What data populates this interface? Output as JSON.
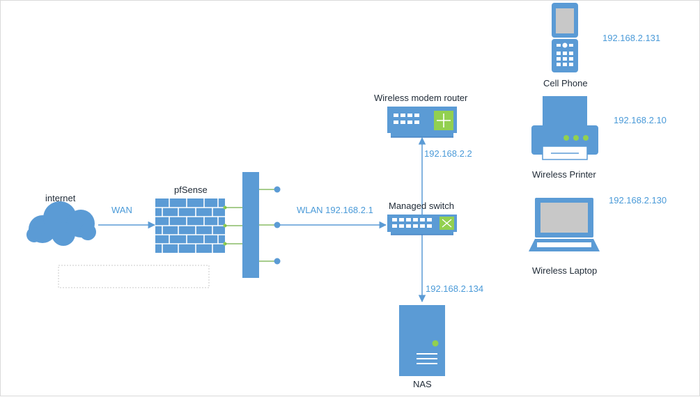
{
  "colors": {
    "device_fill": "#5b9bd5",
    "device_dark": "#3d7cbf",
    "line": "#5b9bd5",
    "green_link": "#70ad47",
    "indicator": "#92d050",
    "label_text": "#1f2a36",
    "ip_text": "#4a9ad8"
  },
  "nodes": {
    "internet": {
      "label": "internet",
      "icon": "cloud-icon"
    },
    "pfsense": {
      "label": "pfSense",
      "icon": "firewall-icon"
    },
    "router": {
      "label": "Wireless modem router",
      "icon": "router-icon"
    },
    "switch": {
      "label": "Managed switch",
      "icon": "switch-icon"
    },
    "nas": {
      "label": "NAS",
      "icon": "server-icon"
    },
    "phone": {
      "label": "Cell Phone",
      "ip": "192.168.2.131",
      "icon": "cell-phone-icon"
    },
    "printer": {
      "label": "Wireless Printer",
      "ip": "192.168.2.10",
      "icon": "printer-icon"
    },
    "laptop": {
      "label": "Wireless Laptop",
      "ip": "192.168.2.130",
      "icon": "laptop-icon"
    }
  },
  "links": {
    "wan": "WAN",
    "wlan": "WLAN 192.168.2.1",
    "router_ip": "192.168.2.2",
    "nas_ip": "192.168.2.134"
  }
}
